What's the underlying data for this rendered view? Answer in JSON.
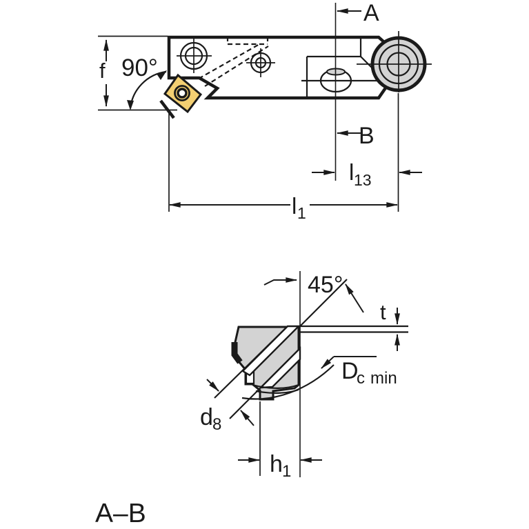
{
  "drawing": {
    "top_view": {
      "dim_f": "f",
      "lead_angle": "90°",
      "section_marker_a": "A",
      "section_marker_b": "B",
      "dim_l13_base": "l",
      "dim_l13_sub": "13",
      "dim_l1_base": "l",
      "dim_l1_sub": "1"
    },
    "section_view": {
      "chamfer_angle": "45°",
      "dim_t": "t",
      "dc_min_base": "D",
      "dc_min_sub": "c",
      "dc_min_suffix": "min",
      "dim_d8_base": "d",
      "dim_d8_sub": "8",
      "dim_h1_base": "h",
      "dim_h1_sub": "1",
      "section_title": "A–B"
    },
    "colors": {
      "body": "#d3d3d3",
      "insert": "#f3cf72",
      "line": "#1a1a1a",
      "background": "#ffffff"
    }
  }
}
